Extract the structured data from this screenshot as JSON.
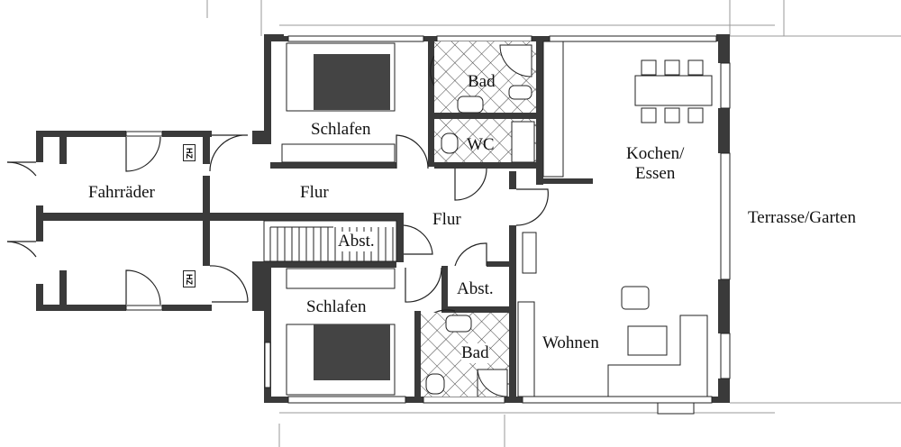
{
  "rooms": {
    "schlafen_top": "Schlafen",
    "bad_top": "Bad",
    "wc": "WC",
    "kochen": "Kochen/",
    "essen": "Essen",
    "fahrraeder": "Fahrräder",
    "flur_left": "Flur",
    "flur_center": "Flur",
    "abst_left": "Abst.",
    "abst_right": "Abst.",
    "schlafen_bottom": "Schlafen",
    "bad_bottom": "Bad",
    "wohnen": "Wohnen",
    "terrasse": "Terrasse/Garten"
  },
  "markers": {
    "heating_top": "HZ",
    "heating_bottom": "HZ"
  },
  "colors": {
    "wall": "#3a3a3a",
    "furniture": "#444444",
    "line": "#222222"
  }
}
